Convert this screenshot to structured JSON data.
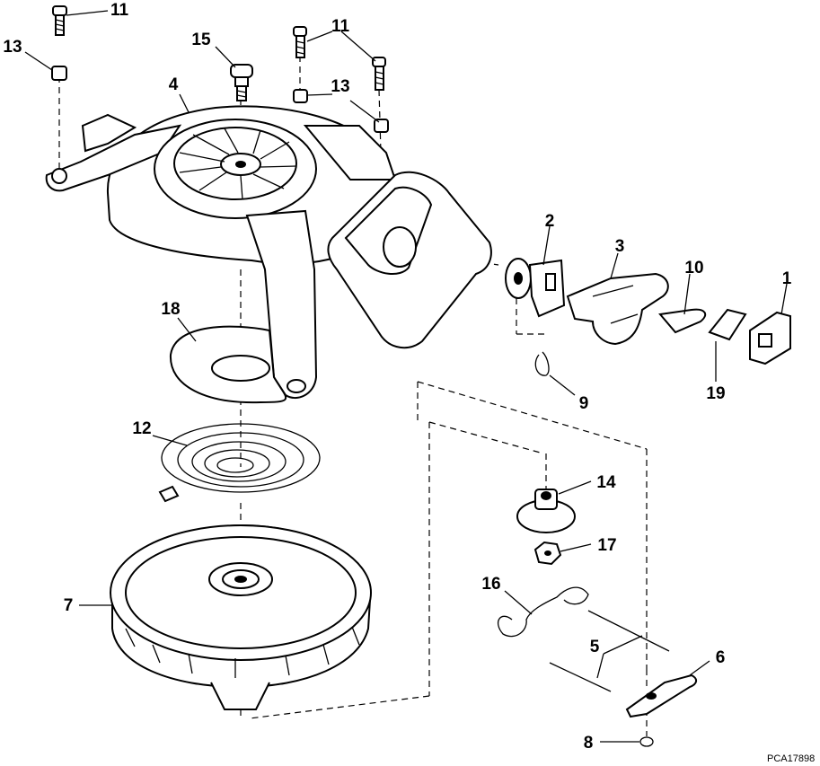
{
  "figure_id": "PCA17898",
  "callouts": {
    "c1": "1",
    "c2": "2",
    "c3": "3",
    "c4": "4",
    "c5": "5",
    "c6": "6",
    "c7": "7",
    "c8": "8",
    "c9": "9",
    "c10": "10",
    "c11a": "11",
    "c11b": "11",
    "c12": "12",
    "c13a": "13",
    "c13b": "13",
    "c14": "14",
    "c15": "15",
    "c16": "16",
    "c17": "17",
    "c18": "18",
    "c19": "19"
  }
}
